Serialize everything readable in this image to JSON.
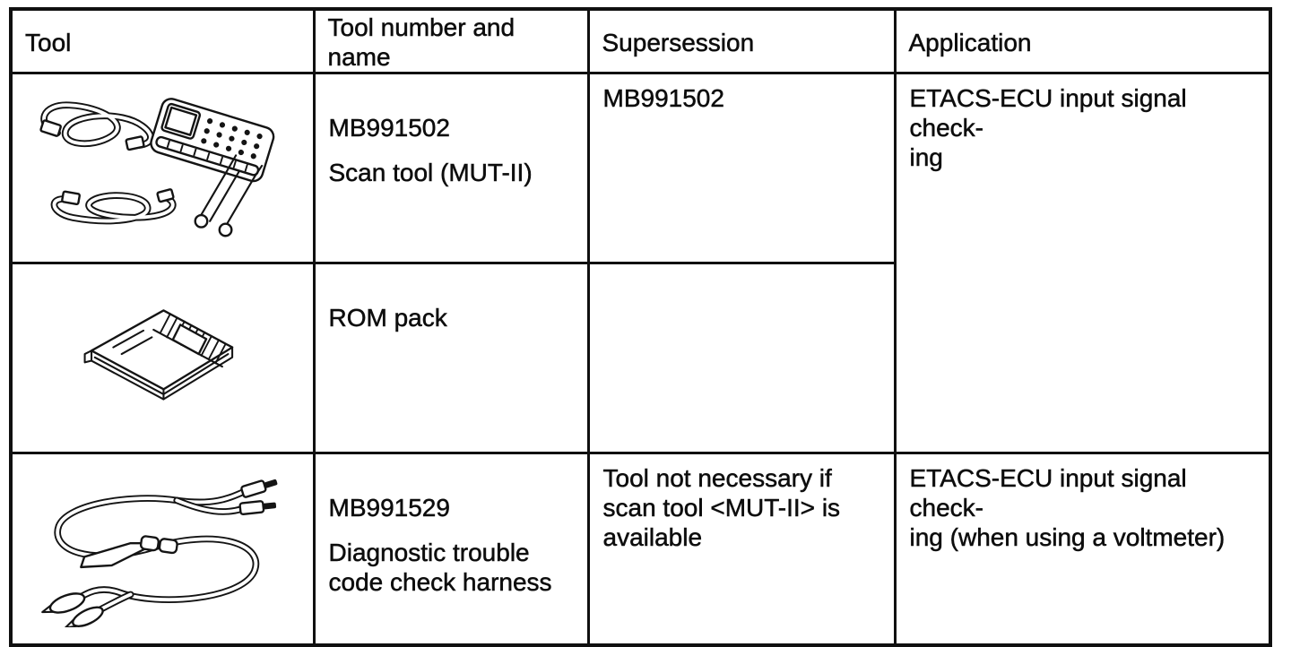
{
  "page": {
    "background_color": "#ffffff",
    "ink_color": "#101010",
    "kind": "scanned service manual special tools table"
  },
  "table": {
    "headers": [
      "Tool",
      "Tool number and name",
      "Supersession",
      "Application"
    ],
    "rows": [
      {
        "image": "scan-tool-mut-2-kit-line-art",
        "tool_number": "MB991502",
        "tool_name": "Scan tool (MUT-II)",
        "supersession": "MB991502",
        "application": "ETACS-ECU input signal check-\ning"
      },
      {
        "image": "rom-pack-line-art",
        "tool_number": "",
        "tool_name": "ROM pack",
        "supersession": "",
        "application": ""
      },
      {
        "image": "diagnostic-check-harness-line-art",
        "tool_number": "MB991529",
        "tool_name": "Diagnostic trouble\ncode check harness",
        "supersession": "Tool not necessary if\nscan tool <MUT-II> is\navailable",
        "application": "ETACS-ECU input signal check-\ning (when using a voltmeter)"
      }
    ]
  }
}
